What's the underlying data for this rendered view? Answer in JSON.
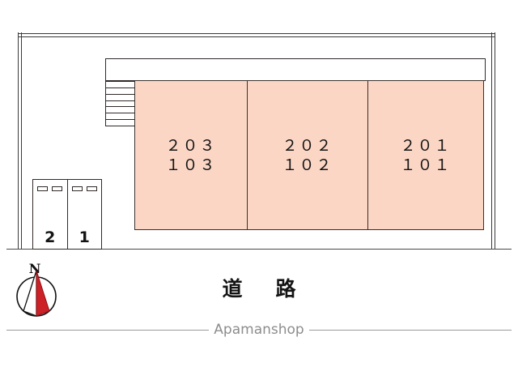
{
  "site_plan": {
    "colors": {
      "unit_fill": "#FBD6C5",
      "unit_stroke": "#3B2F2C",
      "line": "#2F2A28",
      "compass_needle": "#CC2127",
      "watermark": "#8D8D8D"
    },
    "building": {
      "name": "apartment-building",
      "units": [
        {
          "id": "unit-203",
          "upper_floor_label": "２０３",
          "lower_floor_label": "１０３"
        },
        {
          "id": "unit-202",
          "upper_floor_label": "２０２",
          "lower_floor_label": "１０２"
        },
        {
          "id": "unit-201",
          "upper_floor_label": "２０１",
          "lower_floor_label": "１０１"
        }
      ],
      "corridor_label": "",
      "stairs_step_count": 7
    },
    "parking": {
      "name": "parking-area",
      "stalls": [
        {
          "number": "2"
        },
        {
          "number": "1"
        }
      ],
      "stoppers_per_stall": 2
    },
    "compass": {
      "north_label": "N",
      "icon": "compass-rose-icon"
    },
    "road": {
      "label": "道　路"
    },
    "watermark": {
      "text": "Apamanshop"
    }
  }
}
